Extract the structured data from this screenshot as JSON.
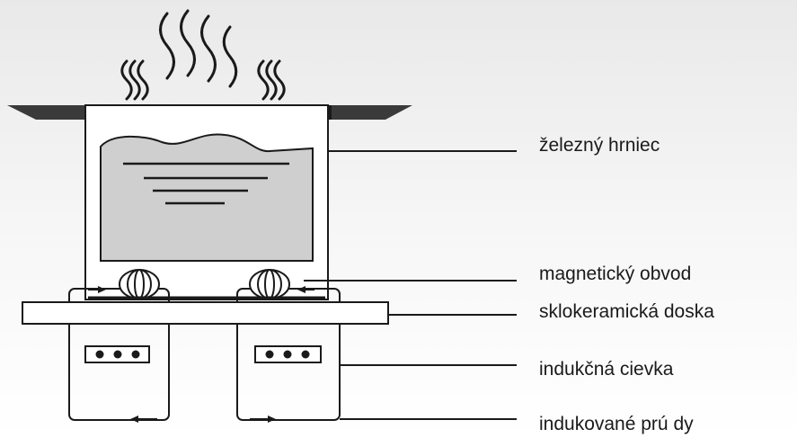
{
  "labels": {
    "pot": "železný hrniec",
    "magnetic_circuit": "magnetický obvod",
    "glass_ceramic_plate": "sklokeramická doska",
    "induction_coil": "indukčná cievka",
    "eddy_currents": "indukované prú dy"
  },
  "colors": {
    "outline": "#1a1a1a",
    "liquid": "#cfcfcf",
    "hob_surface": "#3a3a3a",
    "background_gradient": "#ececec"
  }
}
